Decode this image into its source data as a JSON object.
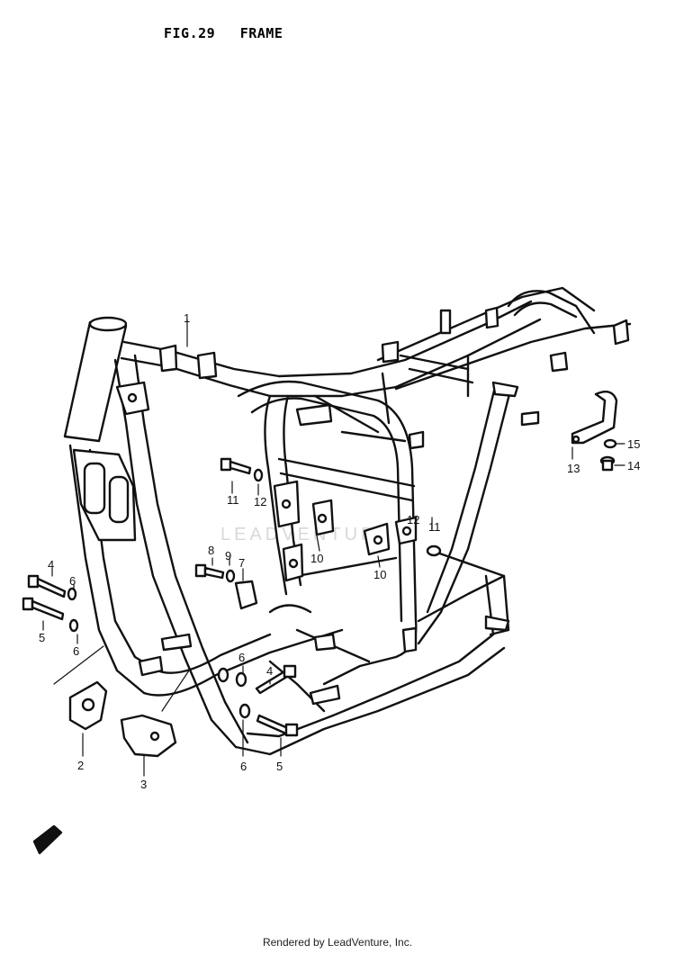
{
  "header": {
    "fig_number": "FIG.29",
    "fig_title": "FRAME"
  },
  "callouts": [
    "1",
    "2",
    "3",
    "4",
    "5",
    "6",
    "7",
    "8",
    "9",
    "10",
    "11",
    "12",
    "13",
    "14",
    "15"
  ],
  "watermark": "LEADVENTURE",
  "footer": {
    "rendered_by": "Rendered by LeadVenture, Inc."
  },
  "colors": {
    "ink": "#111111",
    "paper": "#ffffff"
  }
}
